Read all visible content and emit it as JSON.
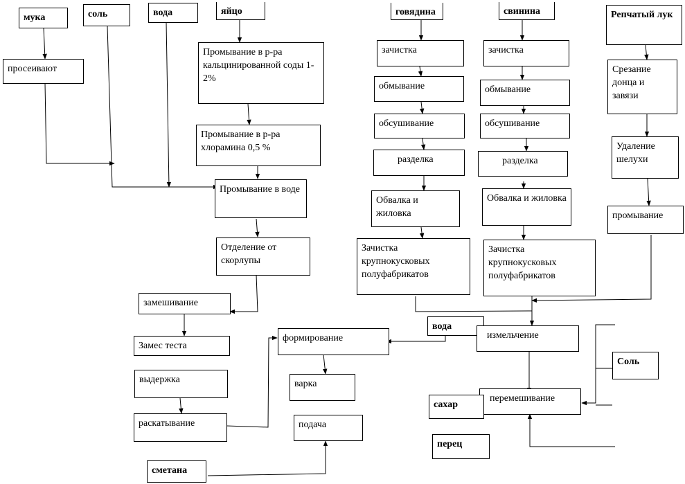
{
  "ingredients": {
    "flour": "мука",
    "salt": "соль",
    "water": "вода",
    "egg": "яйцо",
    "beef": "говядина",
    "pork": "свинина",
    "onion": "Репчатый лук",
    "water2": "вода",
    "salt2": "Соль",
    "sugar": "сахар",
    "pepper": "перец",
    "sour_cream": "сметана"
  },
  "steps": {
    "sift": "просеивают",
    "egg_wash1": "Промывание в р-ра кальцинированной соды 1-2%",
    "egg_wash2": "Промывание в р-ра хлорамина 0,5 %",
    "egg_wash3": "Промывание в воде",
    "shell_sep": "Отделение от скорлупы",
    "mixing": "замешивание",
    "kneading": "Замес теста",
    "resting": "выдержка",
    "rolling": "раскатывание",
    "forming": "формирование",
    "boiling": "варка",
    "serving": "подача",
    "beef_clean": "зачистка",
    "beef_wash": "обмывание",
    "beef_dry": "обсушивание",
    "beef_cut": "разделка",
    "beef_bone": "Обвалка и жиловка",
    "beef_trim": "Зачистка крупнокусковых полуфабрикатов",
    "pork_clean": "зачистка",
    "pork_wash": "обмывание",
    "pork_dry": "обсушивание",
    "pork_cut": "разделка",
    "pork_bone": "Обвалка и жиловка",
    "pork_trim": "Зачистка крупнокусковых полуфабрикатов",
    "onion_cut": "Срезание донца и завязи",
    "onion_peel": "Удаление шелухи",
    "onion_wash": "промывание",
    "grinding": "измельчение",
    "stirring": "перемешивание"
  }
}
